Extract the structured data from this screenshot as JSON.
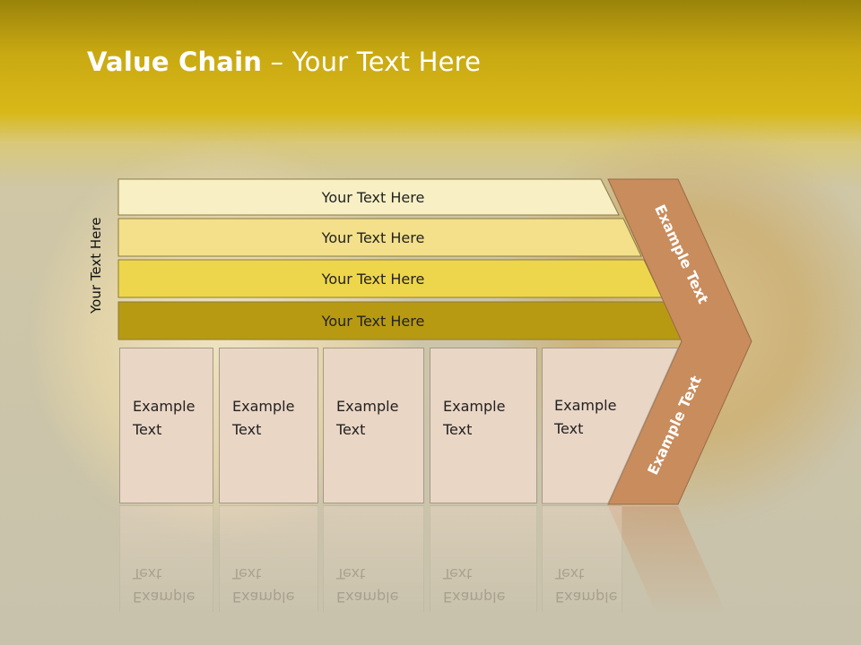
{
  "title": {
    "bold": "Value Chain",
    "rest": " – Your Text Here"
  },
  "side_label": "Your Text Here",
  "bars": [
    {
      "label": "Your Text Here",
      "color": "#f8f0c4"
    },
    {
      "label": "Your Text Here",
      "color": "#f4e08a"
    },
    {
      "label": "Your Text Here",
      "color": "#eed64c"
    },
    {
      "label": "Your Text Here",
      "color": "#b89a12"
    }
  ],
  "chevron": {
    "top_label": "Example Text",
    "bottom_label": "Example Text",
    "color": "#c98c5c"
  },
  "boxes": [
    {
      "label": "Example\nText"
    },
    {
      "label": "Example\nText"
    },
    {
      "label": "Example\nText"
    },
    {
      "label": "Example\nText"
    },
    {
      "label": "Example\nText"
    }
  ]
}
